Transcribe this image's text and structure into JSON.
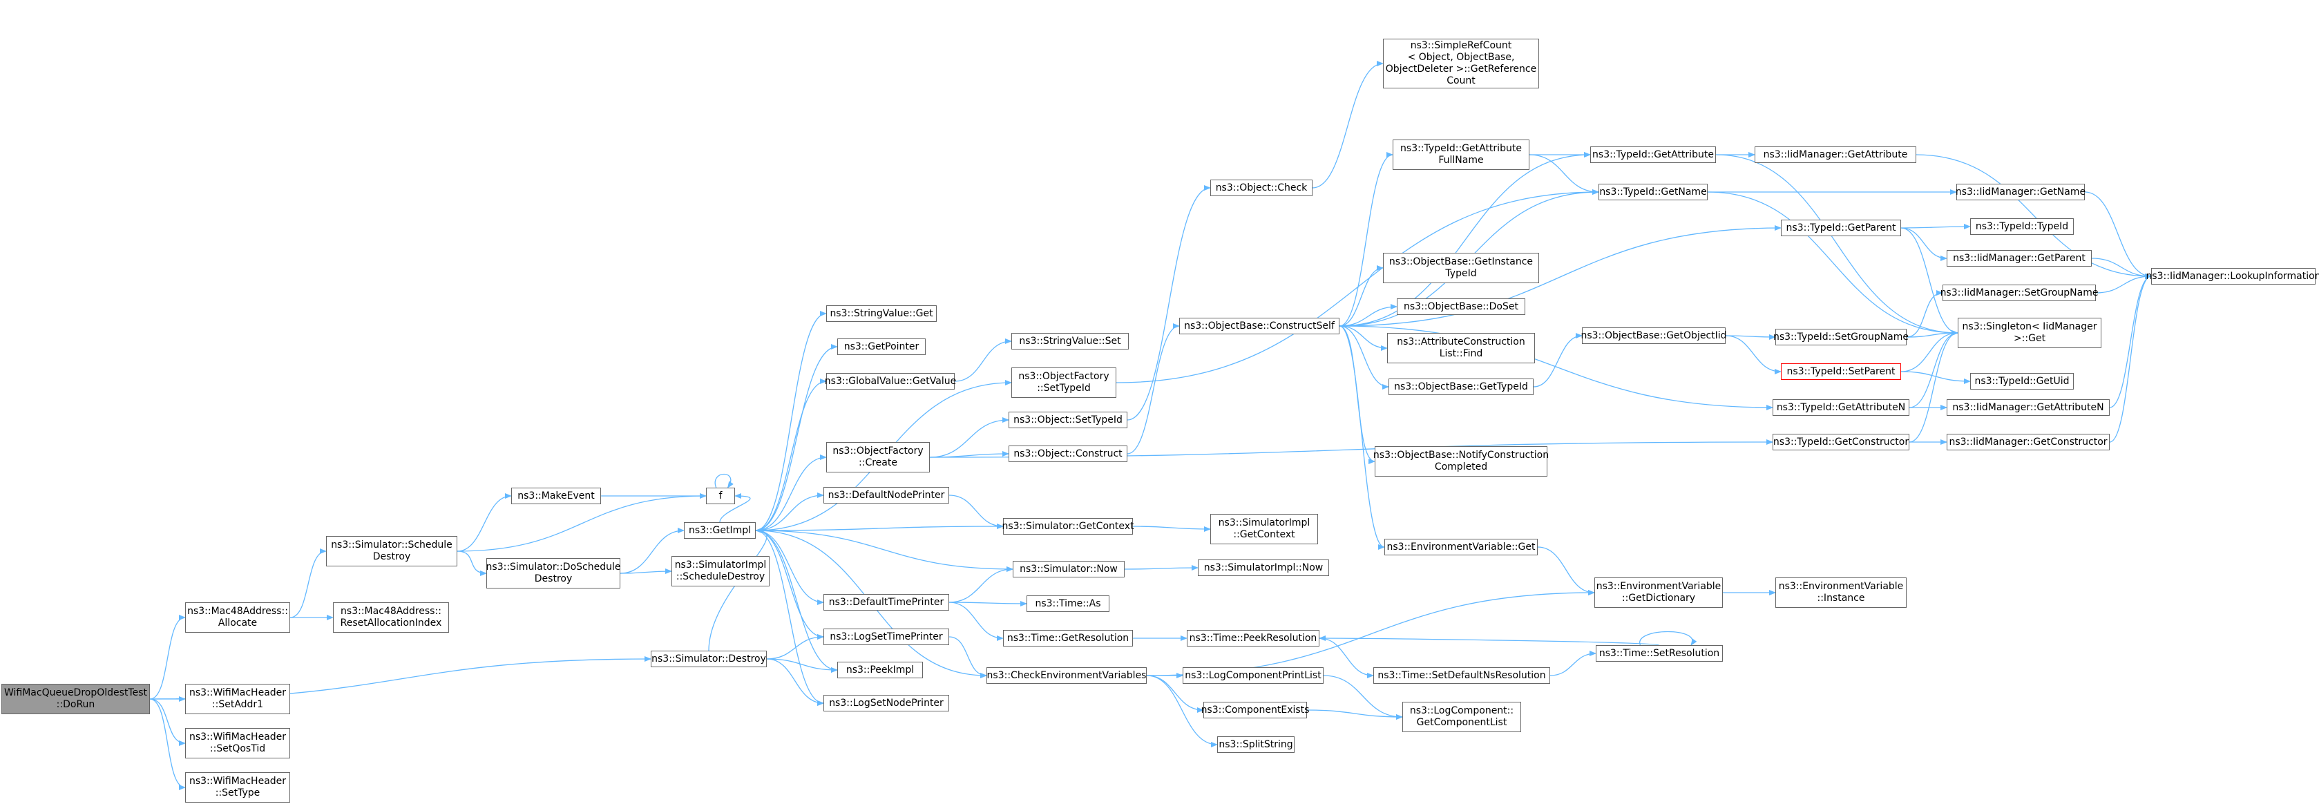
{
  "colors": {
    "edge": "#63b8ff",
    "node_border": "#666666",
    "root_fill": "#999999",
    "highlight_border": "#ff0000"
  },
  "nodes": [
    {
      "id": "root",
      "lines": [
        "WifiMacQueueDropOldestTest",
        "::DoRun"
      ],
      "style": "root"
    },
    {
      "id": "mac48alloc",
      "lines": [
        "ns3::Mac48Address::",
        "Allocate"
      ]
    },
    {
      "id": "setaddr1",
      "lines": [
        "ns3::WifiMacHeader",
        "::SetAddr1"
      ]
    },
    {
      "id": "setqostid",
      "lines": [
        "ns3::WifiMacHeader",
        "::SetQosTid"
      ]
    },
    {
      "id": "settype",
      "lines": [
        "ns3::WifiMacHeader",
        "::SetType"
      ]
    },
    {
      "id": "simdestroy",
      "lines": [
        "ns3::Simulator::Destroy"
      ]
    },
    {
      "id": "schedDestroy",
      "lines": [
        "ns3::Simulator::Schedule",
        "Destroy"
      ]
    },
    {
      "id": "resetAlloc",
      "lines": [
        "ns3::Mac48Address::",
        "ResetAllocationIndex"
      ]
    },
    {
      "id": "makeEvent",
      "lines": [
        "ns3::MakeEvent"
      ]
    },
    {
      "id": "doSchedDestroy",
      "lines": [
        "ns3::Simulator::DoSchedule",
        "Destroy"
      ]
    },
    {
      "id": "f",
      "lines": [
        "f"
      ]
    },
    {
      "id": "getImpl",
      "lines": [
        "ns3::GetImpl"
      ]
    },
    {
      "id": "simImplSchedDestroy",
      "lines": [
        "ns3::SimulatorImpl",
        "::ScheduleDestroy"
      ]
    },
    {
      "id": "strValGet",
      "lines": [
        "ns3::StringValue::Get"
      ]
    },
    {
      "id": "getPointer",
      "lines": [
        "ns3::GetPointer"
      ]
    },
    {
      "id": "globalValGet",
      "lines": [
        "ns3::GlobalValue::GetValue"
      ]
    },
    {
      "id": "objFactCreate",
      "lines": [
        "ns3::ObjectFactory",
        "::Create"
      ]
    },
    {
      "id": "defNodePrinter",
      "lines": [
        "ns3::DefaultNodePrinter"
      ]
    },
    {
      "id": "defTimePrinter",
      "lines": [
        "ns3::DefaultTimePrinter"
      ]
    },
    {
      "id": "logSetTimePrinter",
      "lines": [
        "ns3::LogSetTimePrinter"
      ]
    },
    {
      "id": "peekImpl",
      "lines": [
        "ns3::PeekImpl"
      ]
    },
    {
      "id": "logSetNodePrinter",
      "lines": [
        "ns3::LogSetNodePrinter"
      ]
    },
    {
      "id": "strValSet",
      "lines": [
        "ns3::StringValue::Set"
      ]
    },
    {
      "id": "objFactSetTypeId",
      "lines": [
        "ns3::ObjectFactory",
        "::SetTypeId"
      ]
    },
    {
      "id": "objSetTypeId",
      "lines": [
        "ns3::Object::SetTypeId"
      ]
    },
    {
      "id": "objConstruct",
      "lines": [
        "ns3::Object::Construct"
      ]
    },
    {
      "id": "simGetContext",
      "lines": [
        "ns3::Simulator::GetContext"
      ]
    },
    {
      "id": "simNow",
      "lines": [
        "ns3::Simulator::Now"
      ]
    },
    {
      "id": "timeAs",
      "lines": [
        "ns3::Time::As"
      ]
    },
    {
      "id": "timeGetRes",
      "lines": [
        "ns3::Time::GetResolution"
      ]
    },
    {
      "id": "checkEnv",
      "lines": [
        "ns3::CheckEnvironmentVariables"
      ]
    },
    {
      "id": "objCheck",
      "lines": [
        "ns3::Object::Check"
      ]
    },
    {
      "id": "objBaseConstructSelf",
      "lines": [
        "ns3::ObjectBase::ConstructSelf"
      ]
    },
    {
      "id": "simImplGetContext",
      "lines": [
        "ns3::SimulatorImpl",
        "::GetContext"
      ]
    },
    {
      "id": "simImplNow",
      "lines": [
        "ns3::SimulatorImpl::Now"
      ]
    },
    {
      "id": "timePeekRes",
      "lines": [
        "ns3::Time::PeekResolution"
      ]
    },
    {
      "id": "logCompPrintList",
      "lines": [
        "ns3::LogComponentPrintList"
      ]
    },
    {
      "id": "compExists",
      "lines": [
        "ns3::ComponentExists"
      ]
    },
    {
      "id": "splitString",
      "lines": [
        "ns3::SplitString"
      ]
    },
    {
      "id": "simpleRefCount",
      "lines": [
        "ns3::SimpleRefCount",
        "< Object, ObjectBase,",
        "ObjectDeleter >::GetReference",
        "Count"
      ]
    },
    {
      "id": "typeIdGetAttrFullName",
      "lines": [
        "ns3::TypeId::GetAttribute",
        "FullName"
      ]
    },
    {
      "id": "objBaseGetInstTypeId",
      "lines": [
        "ns3::ObjectBase::GetInstance",
        "TypeId"
      ]
    },
    {
      "id": "objBaseDoSet",
      "lines": [
        "ns3::ObjectBase::DoSet"
      ]
    },
    {
      "id": "attrConstrListFind",
      "lines": [
        "ns3::AttributeConstruction",
        "List::Find"
      ]
    },
    {
      "id": "objBaseGetTypeId",
      "lines": [
        "ns3::ObjectBase::GetTypeId"
      ]
    },
    {
      "id": "objBaseNotifyConstr",
      "lines": [
        "ns3::ObjectBase::NotifyConstruction",
        "Completed"
      ]
    },
    {
      "id": "envVarGet",
      "lines": [
        "ns3::EnvironmentVariable::Get"
      ]
    },
    {
      "id": "timeSetDefNsRes",
      "lines": [
        "ns3::Time::SetDefaultNsResolution"
      ]
    },
    {
      "id": "logCompGetList",
      "lines": [
        "ns3::LogComponent::",
        "GetComponentList"
      ]
    },
    {
      "id": "typeIdGetAttr",
      "lines": [
        "ns3::TypeId::GetAttribute"
      ]
    },
    {
      "id": "typeIdGetName",
      "lines": [
        "ns3::TypeId::GetName"
      ]
    },
    {
      "id": "objBaseGetObjectIid",
      "lines": [
        "ns3::ObjectBase::GetObjectIid"
      ]
    },
    {
      "id": "envVarGetDict",
      "lines": [
        "ns3::EnvironmentVariable",
        "::GetDictionary"
      ]
    },
    {
      "id": "timeSetRes",
      "lines": [
        "ns3::Time::SetResolution"
      ]
    },
    {
      "id": "typeIdGetParent",
      "lines": [
        "ns3::TypeId::GetParent"
      ]
    },
    {
      "id": "typeIdSetGroupName",
      "lines": [
        "ns3::TypeId::SetGroupName"
      ]
    },
    {
      "id": "typeIdSetParent",
      "lines": [
        "ns3::TypeId::SetParent"
      ],
      "style": "red"
    },
    {
      "id": "typeIdGetAttrN",
      "lines": [
        "ns3::TypeId::GetAttributeN"
      ]
    },
    {
      "id": "typeIdGetConstructor",
      "lines": [
        "ns3::TypeId::GetConstructor"
      ]
    },
    {
      "id": "envVarInstance",
      "lines": [
        "ns3::EnvironmentVariable",
        "::Instance"
      ]
    },
    {
      "id": "iidGetAttr",
      "lines": [
        "ns3::IidManager::GetAttribute"
      ]
    },
    {
      "id": "iidGetName",
      "lines": [
        "ns3::IidManager::GetName"
      ]
    },
    {
      "id": "typeIdTypeId",
      "lines": [
        "ns3::TypeId::TypeId"
      ]
    },
    {
      "id": "iidGetParent",
      "lines": [
        "ns3::IidManager::GetParent"
      ]
    },
    {
      "id": "iidSetGroupName",
      "lines": [
        "ns3::IidManager::SetGroupName"
      ]
    },
    {
      "id": "singletonGet",
      "lines": [
        "ns3::Singleton< IidManager",
        ">::Get"
      ]
    },
    {
      "id": "typeIdGetUid",
      "lines": [
        "ns3::TypeId::GetUid"
      ]
    },
    {
      "id": "iidGetAttrN",
      "lines": [
        "ns3::IidManager::GetAttributeN"
      ]
    },
    {
      "id": "iidGetConstructor",
      "lines": [
        "ns3::IidManager::GetConstructor"
      ]
    },
    {
      "id": "iidLookupInfo",
      "lines": [
        "ns3::IidManager::LookupInformation"
      ]
    }
  ],
  "edges": [
    [
      "root",
      "mac48alloc"
    ],
    [
      "root",
      "setaddr1"
    ],
    [
      "root",
      "setqostid"
    ],
    [
      "root",
      "settype"
    ],
    [
      "root",
      "simdestroy"
    ],
    [
      "mac48alloc",
      "schedDestroy"
    ],
    [
      "mac48alloc",
      "resetAlloc"
    ],
    [
      "schedDestroy",
      "makeEvent"
    ],
    [
      "schedDestroy",
      "doSchedDestroy"
    ],
    [
      "schedDestroy",
      "f"
    ],
    [
      "makeEvent",
      "f"
    ],
    [
      "f",
      "f"
    ],
    [
      "doSchedDestroy",
      "getImpl"
    ],
    [
      "doSchedDestroy",
      "simImplSchedDestroy"
    ],
    [
      "simdestroy",
      "getImpl"
    ],
    [
      "simdestroy",
      "logSetTimePrinter"
    ],
    [
      "simdestroy",
      "peekImpl"
    ],
    [
      "simdestroy",
      "logSetNodePrinter"
    ],
    [
      "getImpl",
      "f"
    ],
    [
      "getImpl",
      "strValGet"
    ],
    [
      "getImpl",
      "getPointer"
    ],
    [
      "getImpl",
      "globalValGet"
    ],
    [
      "getImpl",
      "objFactCreate"
    ],
    [
      "getImpl",
      "objFactSetTypeId"
    ],
    [
      "getImpl",
      "defNodePrinter"
    ],
    [
      "getImpl",
      "simGetContext"
    ],
    [
      "getImpl",
      "simNow"
    ],
    [
      "getImpl",
      "defTimePrinter"
    ],
    [
      "getImpl",
      "logSetTimePrinter"
    ],
    [
      "getImpl",
      "peekImpl"
    ],
    [
      "getImpl",
      "logSetNodePrinter"
    ],
    [
      "getImpl",
      "checkEnv"
    ],
    [
      "globalValGet",
      "strValSet"
    ],
    [
      "objFactCreate",
      "objSetTypeId"
    ],
    [
      "objFactCreate",
      "objConstruct"
    ],
    [
      "objFactCreate",
      "typeIdGetConstructor"
    ],
    [
      "objFactSetTypeId",
      "typeIdGetName"
    ],
    [
      "objSetTypeId",
      "objCheck"
    ],
    [
      "objConstruct",
      "objBaseConstructSelf"
    ],
    [
      "defNodePrinter",
      "simGetContext"
    ],
    [
      "defTimePrinter",
      "simNow"
    ],
    [
      "defTimePrinter",
      "timeAs"
    ],
    [
      "defTimePrinter",
      "timeGetRes"
    ],
    [
      "logSetTimePrinter",
      "checkEnv"
    ],
    [
      "simGetContext",
      "simImplGetContext"
    ],
    [
      "simNow",
      "simImplNow"
    ],
    [
      "timeGetRes",
      "timePeekRes"
    ],
    [
      "checkEnv",
      "logCompPrintList"
    ],
    [
      "checkEnv",
      "compExists"
    ],
    [
      "checkEnv",
      "splitString"
    ],
    [
      "checkEnv",
      "envVarGetDict"
    ],
    [
      "logCompPrintList",
      "logCompGetList"
    ],
    [
      "compExists",
      "logCompGetList"
    ],
    [
      "objCheck",
      "simpleRefCount"
    ],
    [
      "objBaseConstructSelf",
      "typeIdGetAttrFullName"
    ],
    [
      "objBaseConstructSelf",
      "typeIdGetAttr"
    ],
    [
      "objBaseConstructSelf",
      "typeIdGetName"
    ],
    [
      "objBaseConstructSelf",
      "typeIdGetParent"
    ],
    [
      "objBaseConstructSelf",
      "objBaseGetInstTypeId"
    ],
    [
      "objBaseConstructSelf",
      "objBaseDoSet"
    ],
    [
      "objBaseConstructSelf",
      "attrConstrListFind"
    ],
    [
      "objBaseConstructSelf",
      "objBaseGetTypeId"
    ],
    [
      "objBaseConstructSelf",
      "typeIdGetAttrN"
    ],
    [
      "objBaseConstructSelf",
      "objBaseNotifyConstr"
    ],
    [
      "objBaseConstructSelf",
      "envVarGet"
    ],
    [
      "typeIdGetAttrFullName",
      "typeIdGetAttr"
    ],
    [
      "typeIdGetAttrFullName",
      "typeIdGetName"
    ],
    [
      "objBaseGetTypeId",
      "objBaseGetObjectIid"
    ],
    [
      "envVarGet",
      "envVarGetDict"
    ],
    [
      "timePeekRes",
      "timeSetDefNsRes"
    ],
    [
      "timeSetDefNsRes",
      "timeSetRes"
    ],
    [
      "timeSetRes",
      "timePeekRes"
    ],
    [
      "timeSetRes",
      "timeSetRes"
    ],
    [
      "typeIdGetAttr",
      "iidGetAttr"
    ],
    [
      "typeIdGetAttr",
      "singletonGet"
    ],
    [
      "typeIdGetName",
      "iidGetName"
    ],
    [
      "typeIdGetName",
      "singletonGet"
    ],
    [
      "objBaseGetObjectIid",
      "typeIdSetGroupName"
    ],
    [
      "objBaseGetObjectIid",
      "typeIdSetParent"
    ],
    [
      "envVarGetDict",
      "envVarInstance"
    ],
    [
      "typeIdGetParent",
      "typeIdTypeId"
    ],
    [
      "typeIdGetParent",
      "iidGetParent"
    ],
    [
      "typeIdGetParent",
      "singletonGet"
    ],
    [
      "typeIdSetGroupName",
      "iidSetGroupName"
    ],
    [
      "typeIdSetGroupName",
      "singletonGet"
    ],
    [
      "typeIdSetParent",
      "singletonGet"
    ],
    [
      "typeIdSetParent",
      "typeIdGetUid"
    ],
    [
      "typeIdGetAttrN",
      "iidGetAttrN"
    ],
    [
      "typeIdGetAttrN",
      "singletonGet"
    ],
    [
      "typeIdGetConstructor",
      "iidGetConstructor"
    ],
    [
      "typeIdGetConstructor",
      "singletonGet"
    ],
    [
      "iidGetAttr",
      "iidLookupInfo"
    ],
    [
      "iidGetName",
      "iidLookupInfo"
    ],
    [
      "iidGetParent",
      "iidLookupInfo"
    ],
    [
      "iidSetGroupName",
      "iidLookupInfo"
    ],
    [
      "iidGetAttrN",
      "iidLookupInfo"
    ],
    [
      "iidGetConstructor",
      "iidLookupInfo"
    ]
  ]
}
